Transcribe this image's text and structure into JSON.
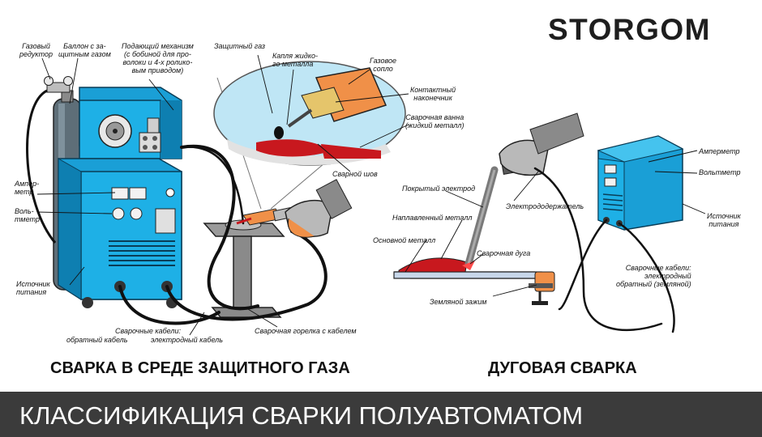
{
  "brand": "STORGOM",
  "colors": {
    "machine_blue": "#1eb0e6",
    "machine_dark": "#0d6f99",
    "pool_red": "#c8181e",
    "nozzle_orange": "#f09048",
    "banner_bg": "#3b3b3b",
    "banner_text": "#ffffff"
  },
  "left": {
    "title": "СВАРКА В СРЕДЕ ЗАЩИТНОГО ГАЗА",
    "labels": {
      "gas_reducer": "Газовый\nредуктор",
      "gas_cylinder": "Баллон с за-\nщитным газом",
      "feeder": "Подающий механизм\n(с бобиной для про-\nволоки и 4-х ролико-\nвым приводом)",
      "shield_gas": "Защитный газ",
      "metal_drop": "Капля жидко-\nго металла",
      "gas_nozzle": "Газовое\nсопло",
      "contact_tip": "Контактный\nнаконечник",
      "weld_pool": "Сварочная ванна\n(жидкий металл)",
      "weld_seam": "Сварной шов",
      "ammeter": "Ампер-\nметр",
      "voltmeter": "Воль-\nтметр",
      "power_source": "Источник\nпитания",
      "cables": "Сварочные кабели:",
      "return_cable": "обратный кабель",
      "electrode_cable": "электродный кабель",
      "torch_cable": "Сварочная горелка с кабелем"
    }
  },
  "right": {
    "title": "ДУГОВАЯ СВАРКА",
    "labels": {
      "coated_electrode": "Покрытый электрод",
      "deposited_metal": "Наплавленный металл",
      "base_metal": "Основной металл",
      "welding_arc": "Сварочная дуга",
      "ground_clamp": "Земляной зажим",
      "electrode_holder": "Электрододержатель",
      "ammeter": "Амперметр",
      "voltmeter": "Вольтметр",
      "power_source": "Источник\nпитания",
      "cables": "Сварочные кабели:\nэлектродный\nобратный (земляной)"
    }
  },
  "banner": "КЛАССИФИКАЦИЯ СВАРКИ ПОЛУАВТОМАТОМ"
}
